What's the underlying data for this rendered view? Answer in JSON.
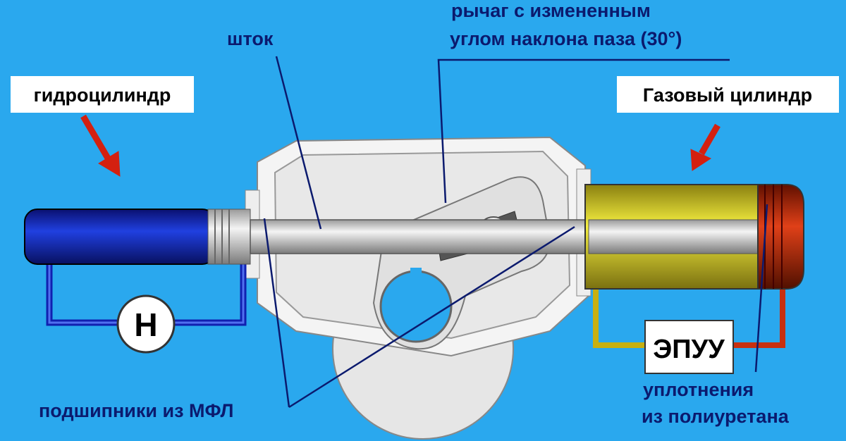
{
  "colors": {
    "background": "#2aa8ee",
    "hydraulic_cylinder": "#1020b0",
    "gas_cylinder": "#e8e020",
    "seal": "#c83010",
    "arrow": "#d42010",
    "leader_line": "#0b1a6e",
    "housing": "#f4f4f4"
  },
  "labels": {
    "lever_line1": "рычаг с измененным",
    "lever_line2": "углом наклона паза (30°)",
    "rod": "шток",
    "hydraulic_cylinder": "гидроцилиндр",
    "gas_cylinder": "Газовый цилиндр",
    "pump": "Н",
    "epuu": "ЭПУУ",
    "bearings": "подшипники из МФЛ",
    "seals_line1": "уплотнения",
    "seals_line2": "из полиуретана"
  }
}
